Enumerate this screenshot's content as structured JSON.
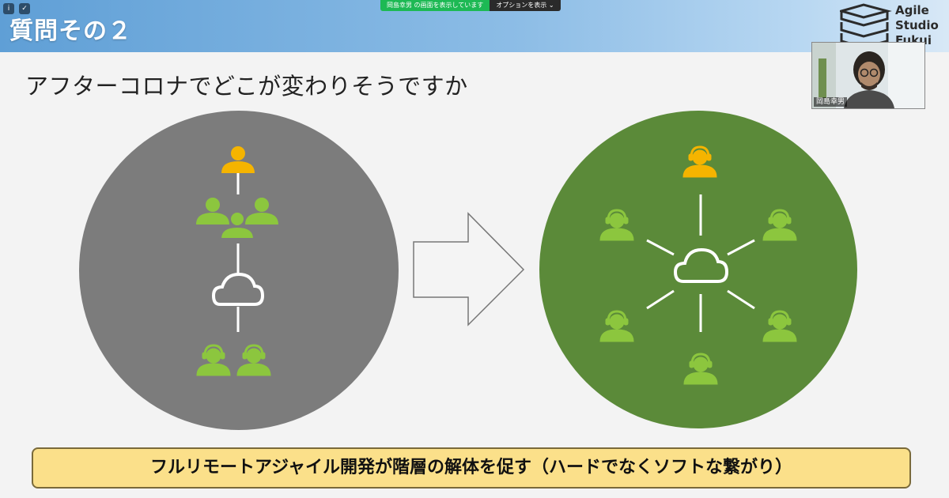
{
  "header": {
    "title": "質問その２"
  },
  "share_bar": {
    "status": "岡島幸男 の画面を表示しています",
    "options_label": "オプションを表示 ⌄"
  },
  "logo": {
    "line1": "Agile",
    "line2": "Studio",
    "line3": "Fukui"
  },
  "webcam": {
    "participant_name": "岡島幸男"
  },
  "slide": {
    "question": "アフターコロナでどこが変わりそうですか",
    "banner": "フルリモートアジャイル開発が階層の解体を促す（ハードでなくソフトな繋がり）"
  },
  "colors": {
    "manager": "#f5b400",
    "member": "#8cc63e",
    "left_circle": "#7c7c7c",
    "right_circle": "#5b8a39",
    "cloud": "#ffffff",
    "banner": "#fbe08a"
  },
  "icons": {
    "left": [
      "person-icon",
      "team-icon",
      "cloud-icon",
      "headset-person-icon"
    ],
    "right": [
      "headset-person-icon",
      "cloud-icon"
    ],
    "arrow": "right-arrow-icon"
  }
}
